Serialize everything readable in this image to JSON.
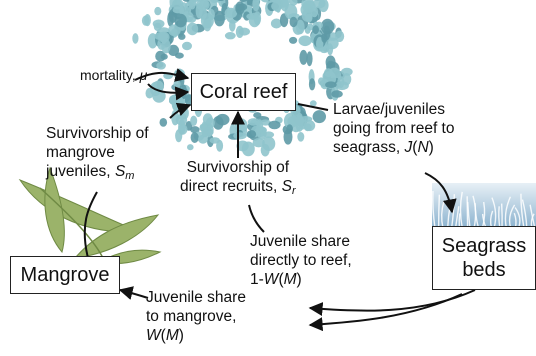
{
  "nodes": {
    "coral_reef": "Coral reef",
    "mangrove": "Mangrove",
    "seagrass": {
      "line1": "Seagrass",
      "line2": "beds"
    }
  },
  "labels": {
    "mortality": {
      "text": "mortality, ",
      "symbol": "μ"
    },
    "larvae": {
      "line1": "Larvae/juveniles",
      "line2": "going from reef to",
      "line3_text": "seagrass, ",
      "line3_func": "J",
      "line3_arg": "N"
    },
    "mangrove_survivorship": {
      "line1": "Survivorship of",
      "line2": "mangrove",
      "line3_text": "juveniles, ",
      "line3_symbol": "S",
      "line3_sub": "m"
    },
    "direct_survivorship": {
      "line1": "Survivorship of",
      "line2_text": "direct recruits, ",
      "line2_symbol": "S",
      "line2_sub": "r"
    },
    "share_reef": {
      "line1": "Juvenile share",
      "line2": "directly to reef,",
      "line3_prefix": "1-",
      "line3_func": "W",
      "line3_arg": "M"
    },
    "share_mangrove": {
      "line1": "Juvenile share",
      "line2": "to mangrove,",
      "line3_func": "W",
      "line3_arg": "M"
    }
  },
  "colors": {
    "coral": "#8fc4cc",
    "coral_dark": "#5e9aa6",
    "leaf": "#9bb36a",
    "leaf_dark": "#6f8a44",
    "seagrass_top": "#e7f0f6",
    "seagrass_bottom": "#8cb3cf"
  }
}
